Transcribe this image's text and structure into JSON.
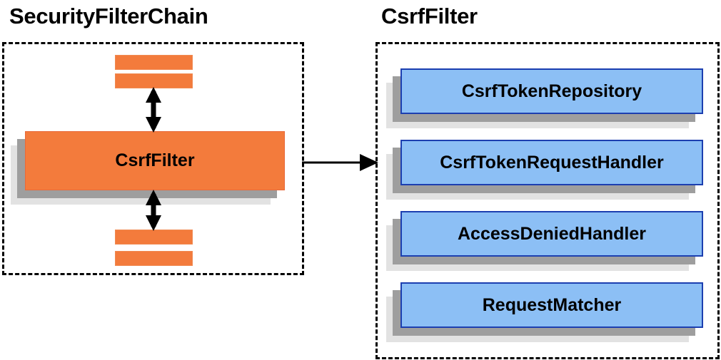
{
  "diagram": {
    "type": "architecture-block-diagram",
    "title_left": "SecurityFilterChain",
    "title_right": "CsrfFilter",
    "colors": {
      "orange_fill": "#f37b3c",
      "orange_border": "#e8693a",
      "blue_fill": "#8cbff5",
      "blue_border": "#1c3fb0",
      "shadow_near": "#9e9e9e",
      "shadow_far": "#e2e2e2",
      "panel_border": "#000000",
      "background": "#ffffff",
      "text": "#000000"
    }
  },
  "left_panel": {
    "title": "SecurityFilterChain",
    "focus_node": {
      "label": "CsrfFilter"
    },
    "slabs_top": [
      {
        "name": "filter-slab-top-1"
      },
      {
        "name": "filter-slab-top-2"
      }
    ],
    "slabs_bottom": [
      {
        "name": "filter-slab-bottom-1"
      },
      {
        "name": "filter-slab-bottom-2"
      }
    ],
    "connectors": [
      {
        "name": "arrow-up-down-above-csrffilter",
        "style": "double-headed-vertical"
      },
      {
        "name": "arrow-up-down-below-csrffilter",
        "style": "double-headed-vertical"
      }
    ]
  },
  "right_panel": {
    "title": "CsrfFilter",
    "collaborators": [
      {
        "label": "CsrfTokenRepository"
      },
      {
        "label": "CsrfTokenRequestHandler"
      },
      {
        "label": "AccessDeniedHandler"
      },
      {
        "label": "RequestMatcher"
      }
    ]
  },
  "cross_panel_connector": {
    "name": "arrow-csrffilter-to-detail",
    "style": "single-headed-horizontal",
    "from": "CsrfFilter",
    "to": "CsrfFilter detail panel"
  }
}
